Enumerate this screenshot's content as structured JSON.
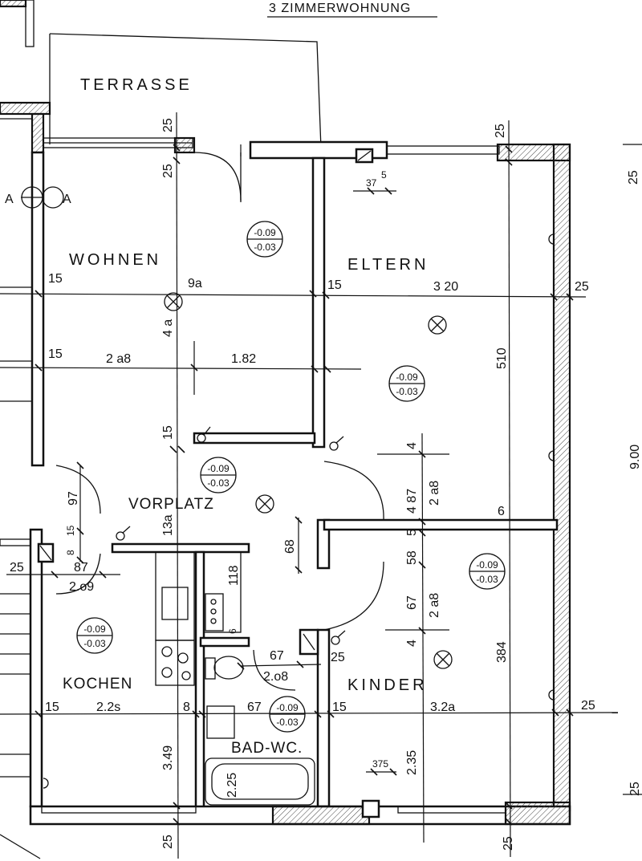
{
  "title": "3 ZIMMERWOHNUNG",
  "rooms": {
    "terrasse": "TERRASSE",
    "wohnen": "WOHNEN",
    "eltern": "ELTERN",
    "vorplatz": "VORPLATZ",
    "kochen": "KOCHEN",
    "kinder": "KINDER",
    "bad": "BAD-WC."
  },
  "section_marker": "A",
  "levels": {
    "wohnen": [
      "-0.09",
      "-0.03"
    ],
    "eltern": [
      "-0.09",
      "-0.03"
    ],
    "vorplatz": [
      "-0.09",
      "-0.03"
    ],
    "kochen": [
      "-0.09",
      "-0.03"
    ],
    "kinder": [
      "-0.09",
      "-0.03"
    ],
    "bad": [
      "-0.09",
      "-0.03"
    ]
  },
  "dimensions": {
    "d25_terrace_a": "25",
    "d25_terrace_b": "25",
    "d25_right_top": "25",
    "d25_far_right_top": "25",
    "d37": "37",
    "d5": "5",
    "d15_row1": "15",
    "d9a": "9a",
    "d15_row1b": "15",
    "d320": "3 20",
    "d25_row1": "25",
    "d4a": "4 a",
    "d15_row2": "15",
    "d2a8": "2 a8",
    "d182": "1.82",
    "d510": "510",
    "d900": "9.00",
    "d15_vert": "15",
    "d4_upper": "4",
    "d487": "4 87",
    "d2a8_v1": "2 a8",
    "d97": "97",
    "d13a": "13a",
    "d68": "68",
    "d6": "6",
    "d15_small": "15",
    "d8_small": "8",
    "d25_left": "25",
    "d87": "87",
    "d209": "2.o9",
    "d5_mid": "5",
    "d58": "58",
    "d118": "118",
    "d67_v": "67",
    "d2a8_v2": "2 a8",
    "d4_lower": "4",
    "d384": "384",
    "d6_bath": "6",
    "d67_door": "67",
    "d208": "2.o8",
    "d25_bath": "25",
    "d15_row3": "15",
    "d22s": "2.2s",
    "d8_row3": "8",
    "d67_row3": "67",
    "d15_row3b": "15",
    "d32a": "3.2a",
    "d25_row3": "25",
    "d349": "3.49",
    "d225": "2.25",
    "d375": "375",
    "d235": "2.35",
    "d25_bottom_a": "25",
    "d25_bottom_b": "25",
    "d25_far_right_bottom": "25"
  }
}
